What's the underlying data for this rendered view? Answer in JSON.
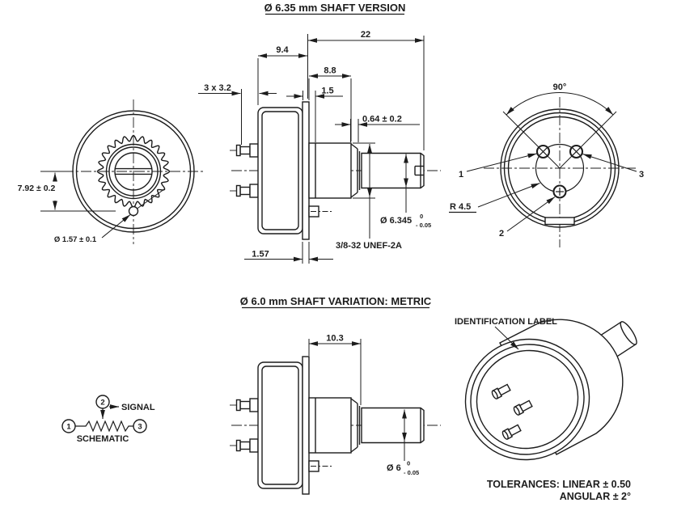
{
  "colors": {
    "ink": "#1c1c1c",
    "bg": "#ffffff"
  },
  "top": {
    "title": "Ø 6.35 mm SHAFT VERSION",
    "front": {
      "height": "7.92 ± 0.2",
      "hole": "Ø 1.57 ± 0.1"
    },
    "side": {
      "overall": "22",
      "body": "9.4",
      "bushing": "8.8",
      "lip": "1.5",
      "pins": "3 x 3.2",
      "tip": "0.64 ± 0.2",
      "plate": "1.57",
      "thread": "3/8-32 UNEF-2A",
      "shaft": {
        "main": "Ø 6.345",
        "sup": "0",
        "sub": "- 0.05"
      }
    },
    "rear": {
      "angle": "90°",
      "radius": "R 4.5",
      "pin1": "1",
      "pin2": "2",
      "pin3": "3"
    }
  },
  "bottom": {
    "title": "Ø 6.0 mm SHAFT VARIATION: METRIC",
    "schematic": {
      "label": "SCHEMATIC",
      "signal": "SIGNAL",
      "t1": "1",
      "t2": "2",
      "t3": "3"
    },
    "side": {
      "bushing": "10.3",
      "shaft": {
        "main": "Ø 6",
        "sup": "0",
        "sub": "- 0.05"
      }
    },
    "iso": {
      "label": "IDENTIFICATION LABEL"
    },
    "tol1": "TOLERANCES: LINEAR ± 0.50",
    "tol2": "ANGULAR ± 2°"
  }
}
